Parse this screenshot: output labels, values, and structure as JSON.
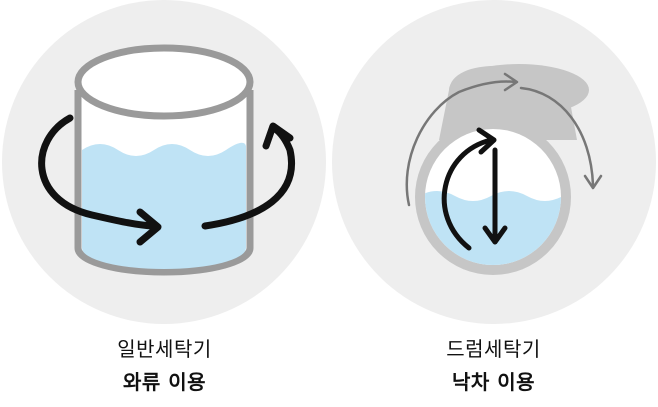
{
  "washers": [
    {
      "name": "일반세탁기",
      "method": "와류 이용",
      "icon": "vertical-drum-vortex-icon"
    },
    {
      "name": "드럼세탁기",
      "method": "낙차 이용",
      "icon": "horizontal-drum-drop-icon"
    }
  ],
  "colors": {
    "circle_bg": "#eeeeee",
    "water": "#bfe3f5",
    "drum_outline": "#9a9a9a",
    "drum_inner": "#c6c6c6",
    "arrow_dark": "#111111",
    "arrow_gray": "#777777"
  }
}
